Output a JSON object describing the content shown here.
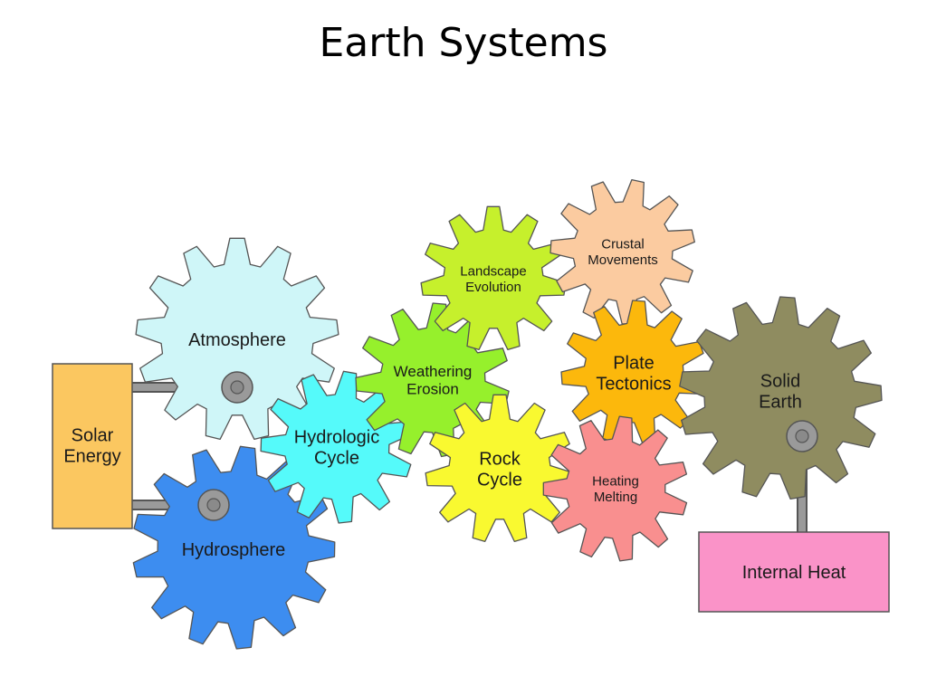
{
  "slide": {
    "title": "Earth Systems"
  },
  "colors": {
    "outline": "#555555",
    "axle": "#9a9a9a",
    "solar_box": "#fbc760",
    "internal_heat_box": "#fa93c8"
  },
  "boxes": {
    "solar_energy": {
      "lines": [
        "Solar",
        "Energy"
      ]
    },
    "internal_heat": {
      "lines": [
        "Internal Heat"
      ]
    }
  },
  "gears": [
    {
      "id": "atmosphere",
      "lines": [
        "Atmosphere"
      ],
      "color": "#cff6f8"
    },
    {
      "id": "hydrosphere",
      "lines": [
        "Hydrosphere"
      ],
      "color": "#3d8df0"
    },
    {
      "id": "hydrologic-cycle",
      "lines": [
        "Hydrologic",
        "Cycle"
      ],
      "color": "#55fafa"
    },
    {
      "id": "weathering-erosion",
      "lines": [
        "Weathering",
        "Erosion"
      ],
      "color": "#96f02c"
    },
    {
      "id": "landscape-evolution",
      "lines": [
        "Landscape",
        "Evolution"
      ],
      "color": "#c6f02c"
    },
    {
      "id": "crustal-movements",
      "lines": [
        "Crustal",
        "Movements"
      ],
      "color": "#fbcba0"
    },
    {
      "id": "plate-tectonics",
      "lines": [
        "Plate",
        "Tectonics"
      ],
      "color": "#fcb80c"
    },
    {
      "id": "rock-cycle",
      "lines": [
        "Rock",
        "Cycle"
      ],
      "color": "#f9f930"
    },
    {
      "id": "heating-melting",
      "lines": [
        "Heating",
        "Melting"
      ],
      "color": "#f98f8f"
    },
    {
      "id": "solid-earth",
      "lines": [
        "Solid",
        "Earth"
      ],
      "color": "#8f8c60"
    }
  ]
}
